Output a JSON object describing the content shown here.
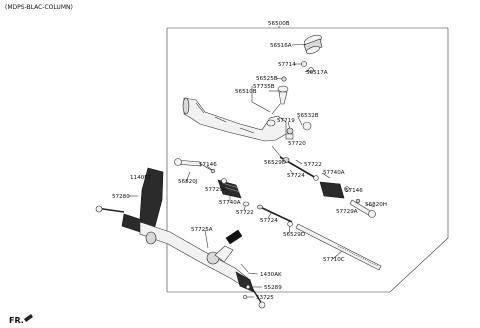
{
  "header": "(MDPS-BLAC-COLUMN)",
  "fr_label": "FR.",
  "labels": {
    "p56500B": "56500B",
    "p56516A": "56516A",
    "p57714": "57714",
    "p56517A": "56517A",
    "p56525B": "56525B",
    "p56510B": "56510B",
    "p57735B": "57735B",
    "p56532B": "56532B",
    "p57719": "57719",
    "p57720": "57720",
    "p56529D_a": "56529D",
    "p57722_a": "57722",
    "p57146_a": "57146",
    "p57724_a": "57724",
    "p57740A_a": "57740A",
    "p56820J": "56820J",
    "p1140FZ": "1140FZ",
    "p57729A_a": "57729A",
    "p57146_b": "57146",
    "p57280": "57280",
    "p57740A_b": "57740A",
    "p57729A_b": "57729A",
    "p56820H": "56820H",
    "p57722_b": "57722",
    "p57724_b": "57724",
    "p56529D_b": "56529D",
    "p57725A": "57725A",
    "p57710C": "57710C",
    "p1430AK": "1430AK",
    "p55289": "55289",
    "p53725": "53725"
  }
}
